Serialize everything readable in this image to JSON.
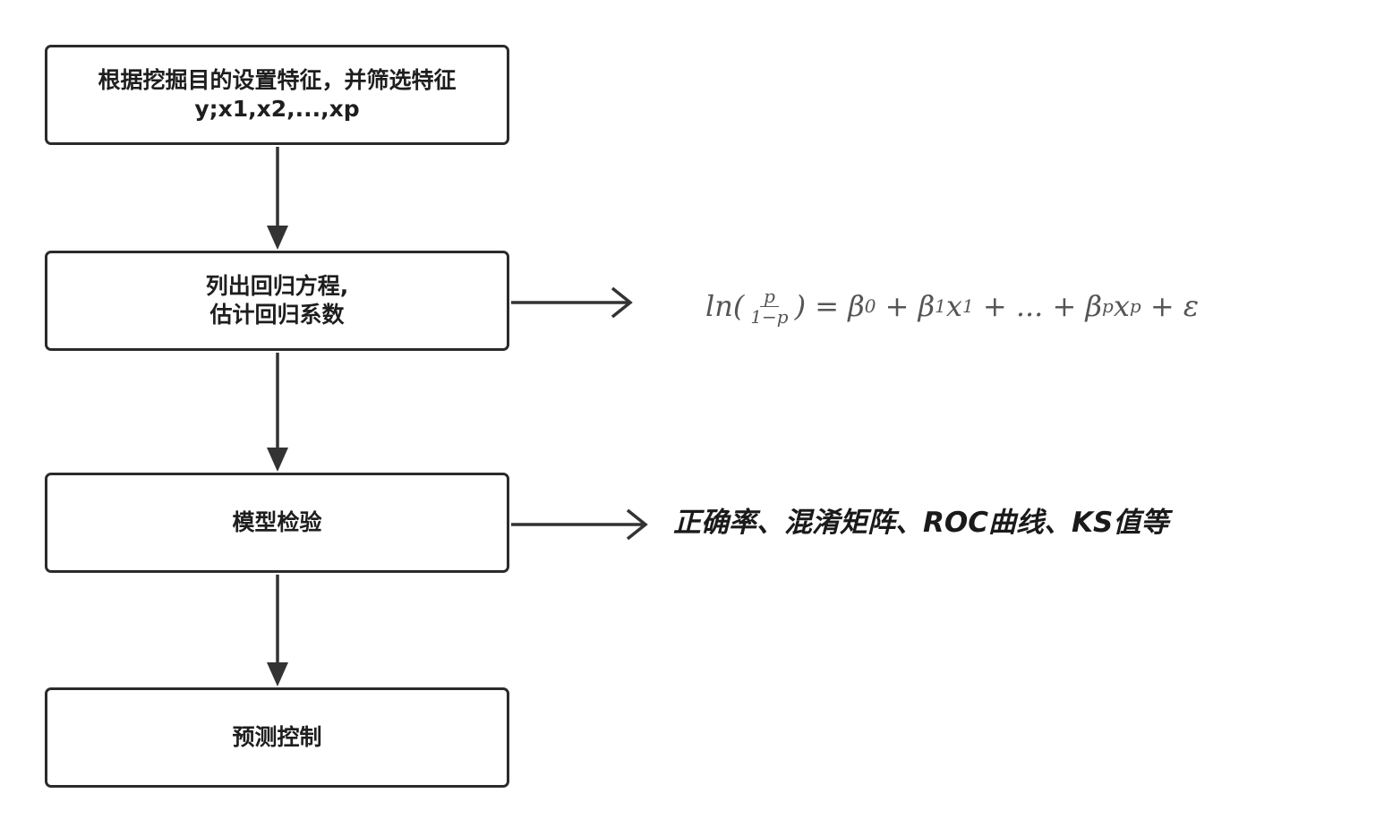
{
  "flowchart": {
    "steps": [
      {
        "lines": [
          "根据挖掘目的设置特征，并筛选特征",
          "y;x1,x2,...,xp"
        ]
      },
      {
        "lines": [
          "列出回归方程,",
          "估计回归系数"
        ]
      },
      {
        "lines": [
          "模型检验"
        ]
      },
      {
        "lines": [
          "预测控制"
        ]
      }
    ],
    "formula": {
      "lhs_prefix": "ln(",
      "frac_num": "p",
      "frac_den": "1−p",
      "lhs_suffix": ") = β",
      "sub0": "0",
      "t1": " + β",
      "sub1a": "1",
      "t1x": "x",
      "sub1b": "1",
      "t2": " + ... + β",
      "subpa": "p",
      "t2x": "x",
      "subpb": "p",
      "t3": " + ε"
    },
    "metrics_text": "正确率、混淆矩阵、ROC曲线、KS值等"
  },
  "colors": {
    "border": "#2b2b2b",
    "arrow": "#333333",
    "formula_text": "#555555"
  }
}
